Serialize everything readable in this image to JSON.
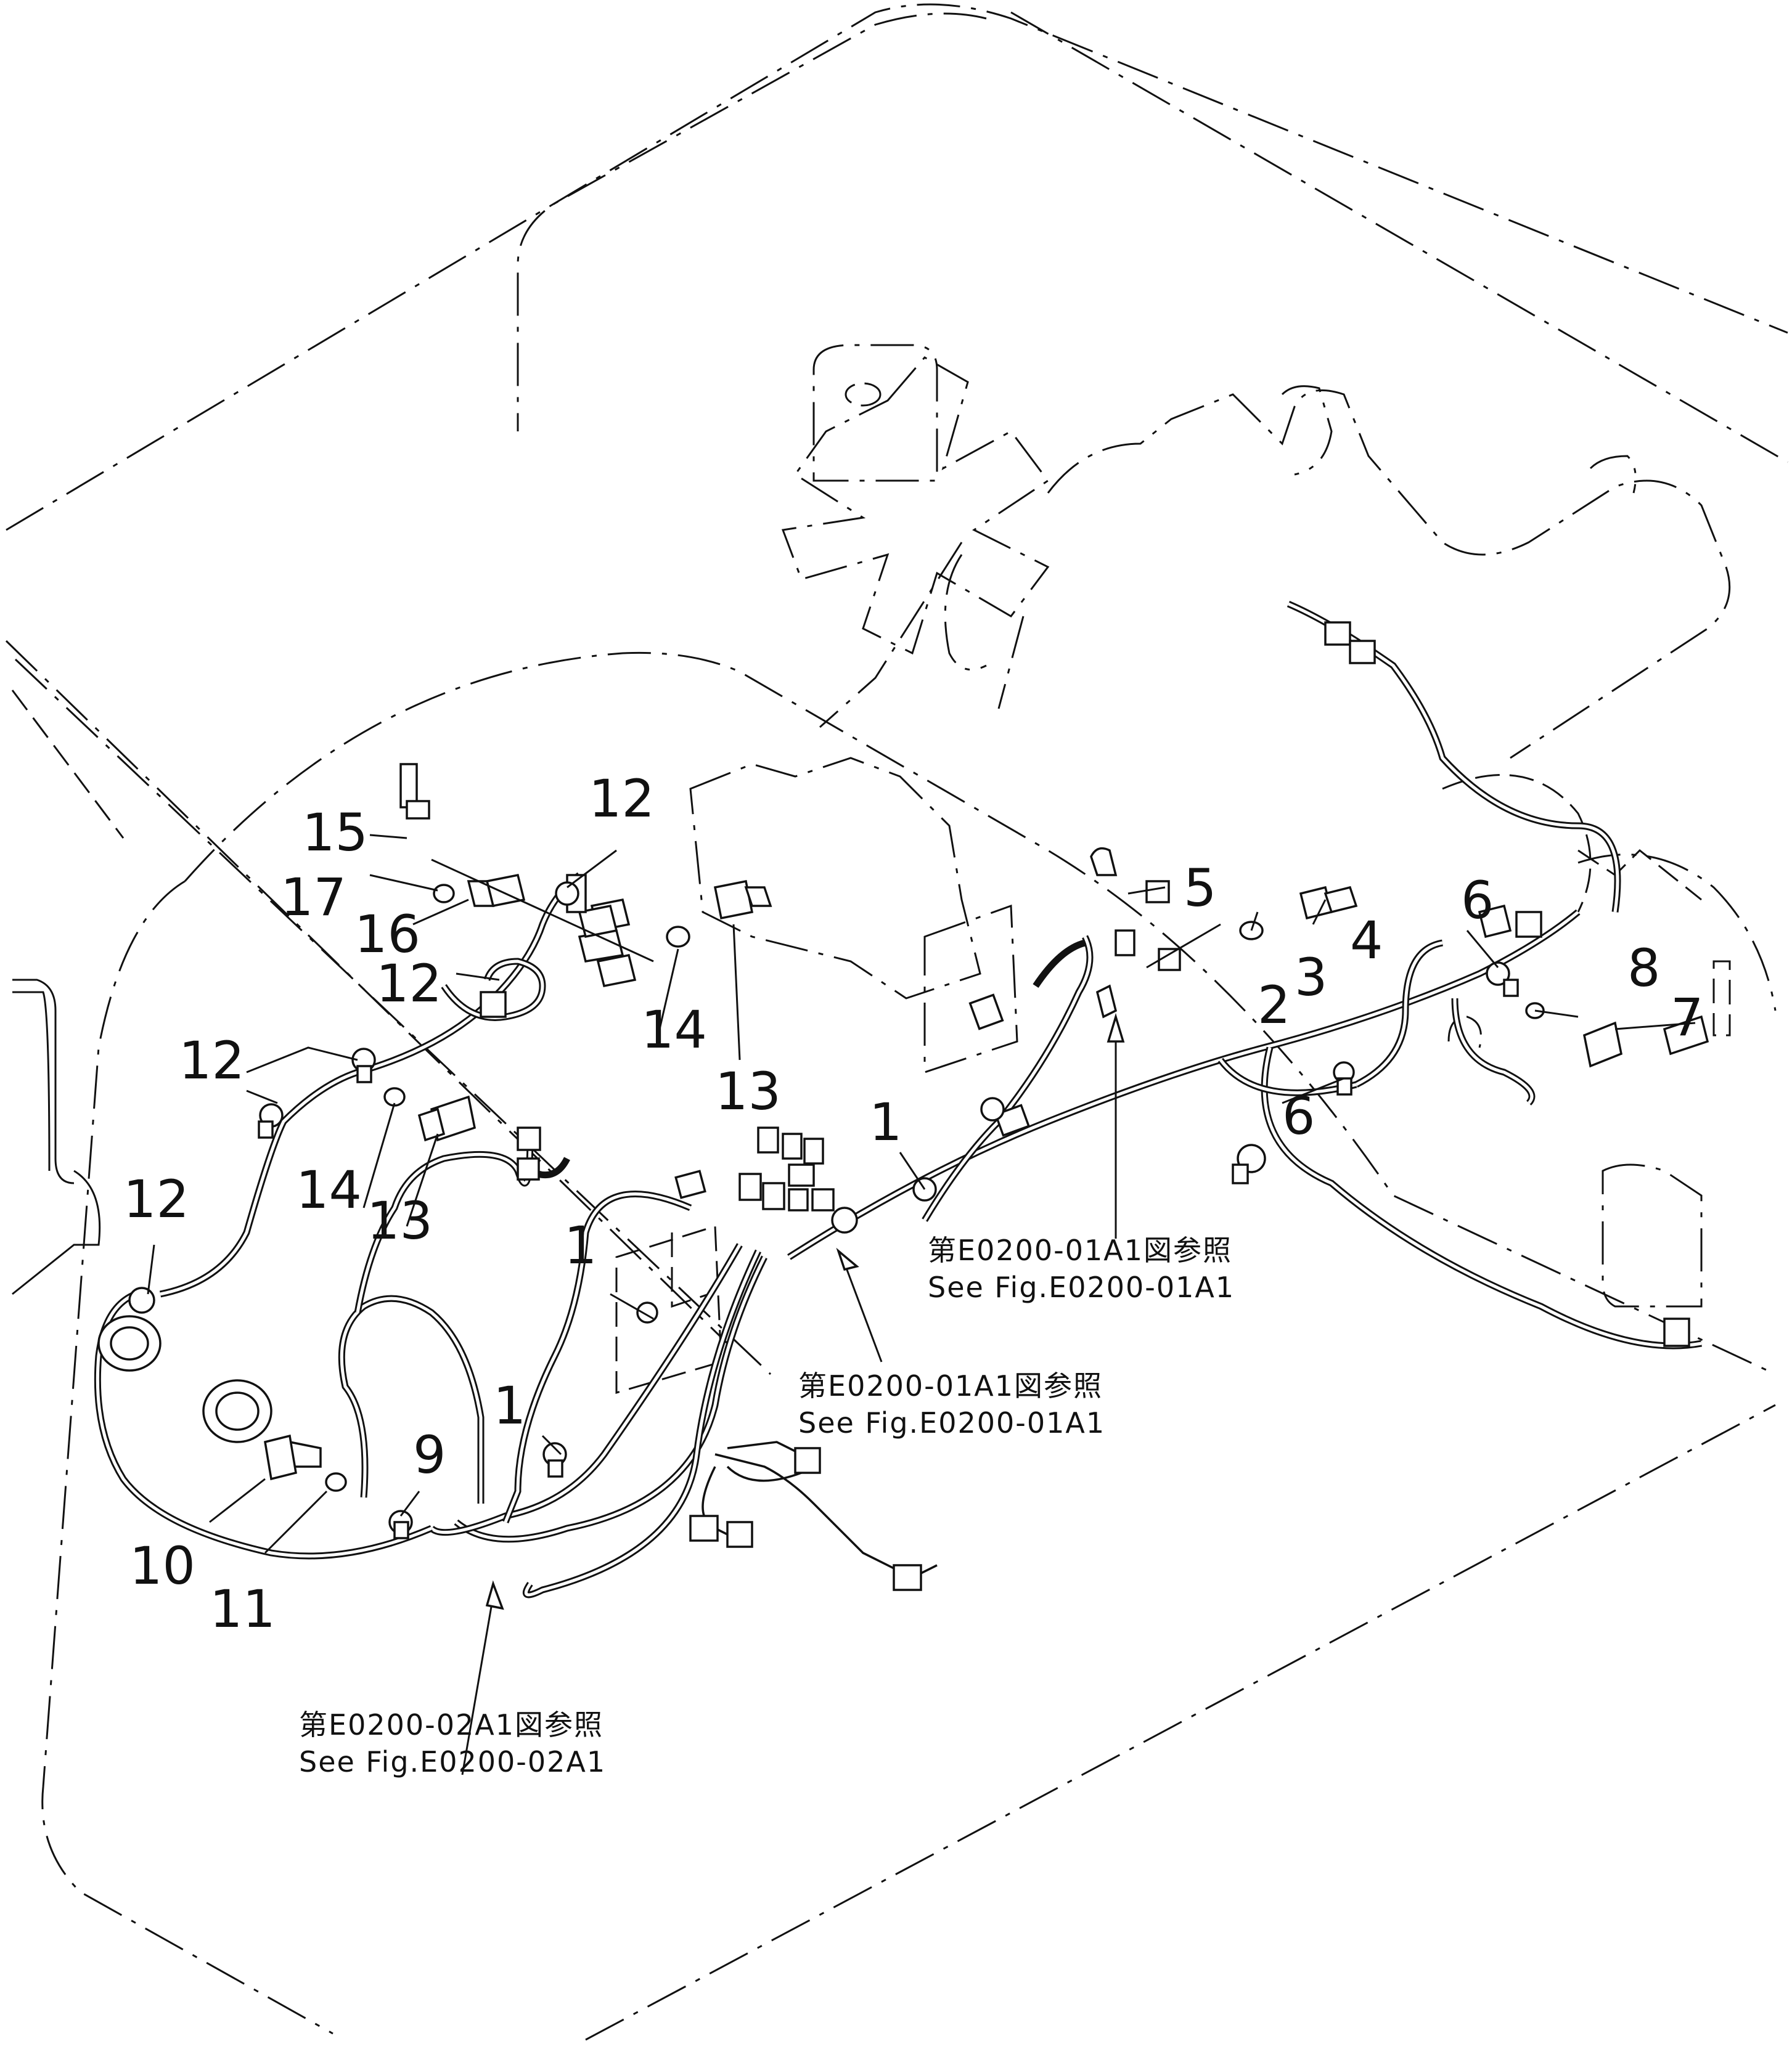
{
  "callouts": [
    {
      "id": "c1a",
      "label": "1"
    },
    {
      "id": "c1b",
      "label": "1"
    },
    {
      "id": "c1c",
      "label": "1"
    },
    {
      "id": "c2",
      "label": "2"
    },
    {
      "id": "c3",
      "label": "3"
    },
    {
      "id": "c4",
      "label": "4"
    },
    {
      "id": "c5",
      "label": "5"
    },
    {
      "id": "c6a",
      "label": "6"
    },
    {
      "id": "c6b",
      "label": "6"
    },
    {
      "id": "c7",
      "label": "7"
    },
    {
      "id": "c8",
      "label": "8"
    },
    {
      "id": "c9",
      "label": "9"
    },
    {
      "id": "c10",
      "label": "10"
    },
    {
      "id": "c11",
      "label": "11"
    },
    {
      "id": "c12a",
      "label": "12"
    },
    {
      "id": "c12b",
      "label": "12"
    },
    {
      "id": "c12c",
      "label": "12"
    },
    {
      "id": "c12d",
      "label": "12"
    },
    {
      "id": "c13a",
      "label": "13"
    },
    {
      "id": "c13b",
      "label": "13"
    },
    {
      "id": "c14a",
      "label": "14"
    },
    {
      "id": "c14b",
      "label": "14"
    },
    {
      "id": "c15",
      "label": "15"
    },
    {
      "id": "c16",
      "label": "16"
    },
    {
      "id": "c17",
      "label": "17"
    }
  ],
  "references": [
    {
      "id": "ref-right",
      "jp": "第E0200-01A1図参照",
      "en": "See Fig.E0200-01A1"
    },
    {
      "id": "ref-center",
      "jp": "第E0200-01A1図参照",
      "en": "See Fig.E0200-01A1"
    },
    {
      "id": "ref-bottom",
      "jp": "第E0200-02A1図参照",
      "en": "See Fig.E0200-02A1"
    }
  ]
}
